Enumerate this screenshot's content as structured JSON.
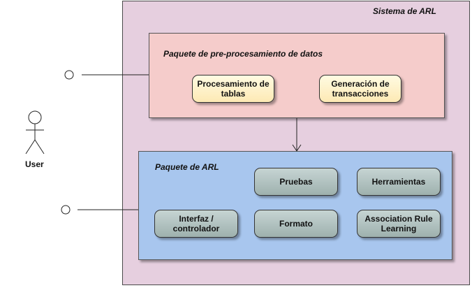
{
  "system": {
    "title": "Sistema de ARL"
  },
  "packages": {
    "preprocessing": {
      "title": "Paquete de pre-procesamiento de datos",
      "components": [
        {
          "label_lines": [
            "Procesamiento de",
            "tablas"
          ]
        },
        {
          "label_lines": [
            "Generación de",
            "transacciones"
          ]
        }
      ]
    },
    "arl": {
      "title": "Paquete de ARL",
      "components": [
        {
          "label_lines": [
            "Pruebas"
          ]
        },
        {
          "label_lines": [
            "Herramientas"
          ]
        },
        {
          "label_lines": [
            "Interfaz /",
            "controlador"
          ]
        },
        {
          "label_lines": [
            "Formato"
          ]
        },
        {
          "label_lines": [
            "Association Rule",
            "Learning"
          ]
        }
      ]
    }
  },
  "actor": {
    "label": "User"
  },
  "colors": {
    "system_fill": "#e6cfdf",
    "preprocessing_fill": "#f5cccb",
    "arl_fill": "#a8c6ee",
    "component_yellow": "#fde9b4",
    "component_grey": "#b3c4c2"
  }
}
